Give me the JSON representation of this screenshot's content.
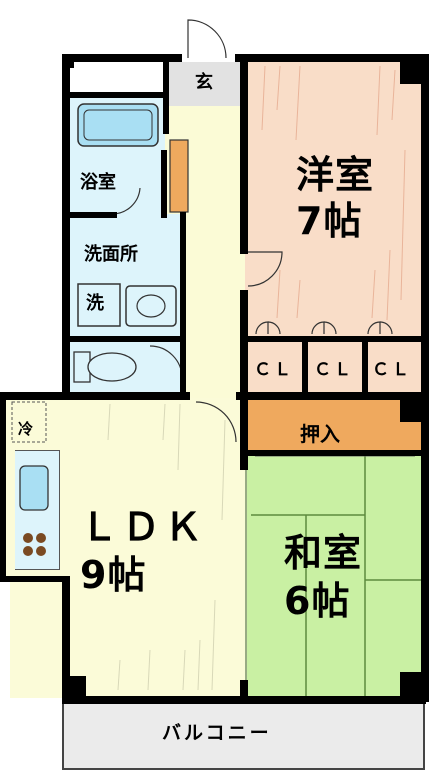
{
  "floorplan": {
    "entrance": "玄",
    "bathroom": "浴室",
    "washroom": "洗面所",
    "washer": "洗",
    "western_room": {
      "name": "洋室",
      "size": "7帖"
    },
    "closets": [
      "ＣＬ",
      "ＣＬ",
      "ＣＬ"
    ],
    "oshiire": "押入",
    "fridge": "冷",
    "ldk": {
      "name": "ＬＤＫ",
      "size": "9帖"
    },
    "japanese_room": {
      "name": "和室",
      "size": "6帖"
    },
    "balcony": "バルコニー"
  },
  "colors": {
    "western_room_fill": "#f9ddc8",
    "hall_fill": "#fbfbd6",
    "ldk_fill": "#fbfbd8",
    "japanese_room_fill": "#c9f0a3",
    "wet_area_fill": "#ddf4fb",
    "oshiire_fill": "#efa95e",
    "entrance_fill": "#e2e2e2",
    "balcony_fill": "#ebebeb",
    "wall": "#000000"
  }
}
